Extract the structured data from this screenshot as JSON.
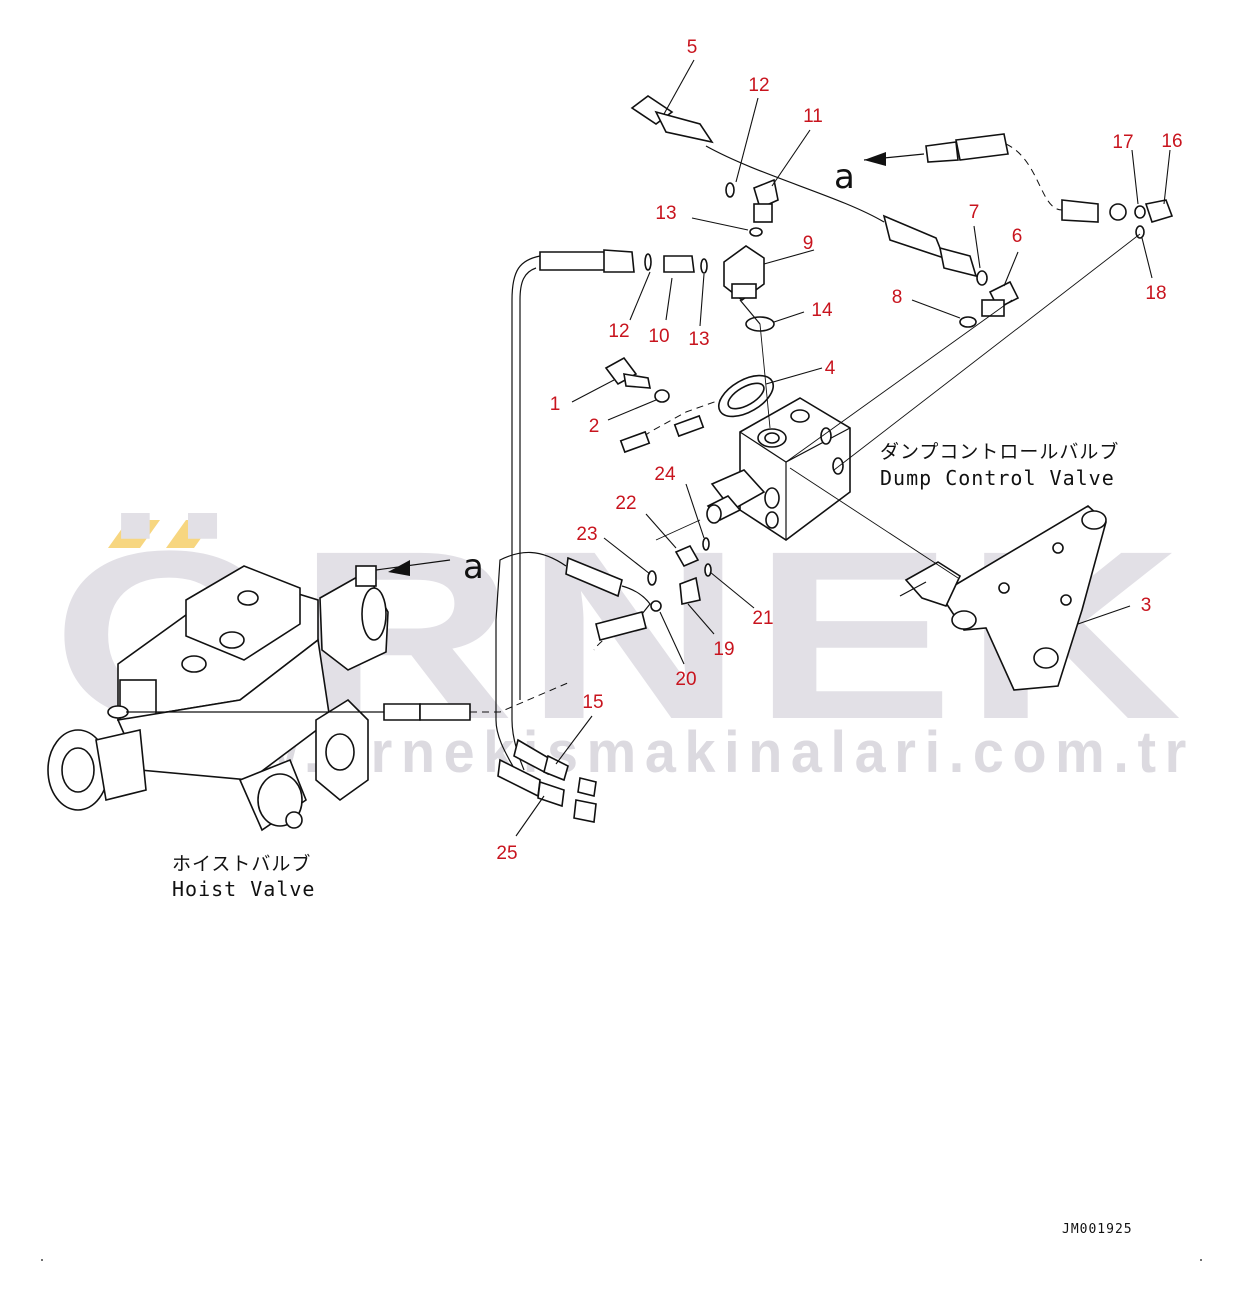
{
  "diagram": {
    "watermark": {
      "brand": "ÖRNEK",
      "url": "www.ornekismakinalari.com.tr",
      "accent_color": "#f7d680"
    },
    "labels": {
      "dump_valve_jp": "ダンプコントロールバルブ",
      "dump_valve_en": "Dump Control Valve",
      "hoist_valve_jp": "ホイストバルブ",
      "hoist_valve_en": "Hoist Valve",
      "ref_a_top": "a",
      "ref_a_left": "a",
      "drawing_number": "JM001925"
    },
    "callouts": [
      "1",
      "2",
      "3",
      "4",
      "5",
      "6",
      "7",
      "8",
      "9",
      "10",
      "11",
      "12",
      "12",
      "13",
      "13",
      "14",
      "15",
      "16",
      "17",
      "18",
      "19",
      "20",
      "21",
      "22",
      "23",
      "24",
      "25"
    ],
    "colors": {
      "callout": "#c8141e",
      "linework": "#111111"
    }
  }
}
